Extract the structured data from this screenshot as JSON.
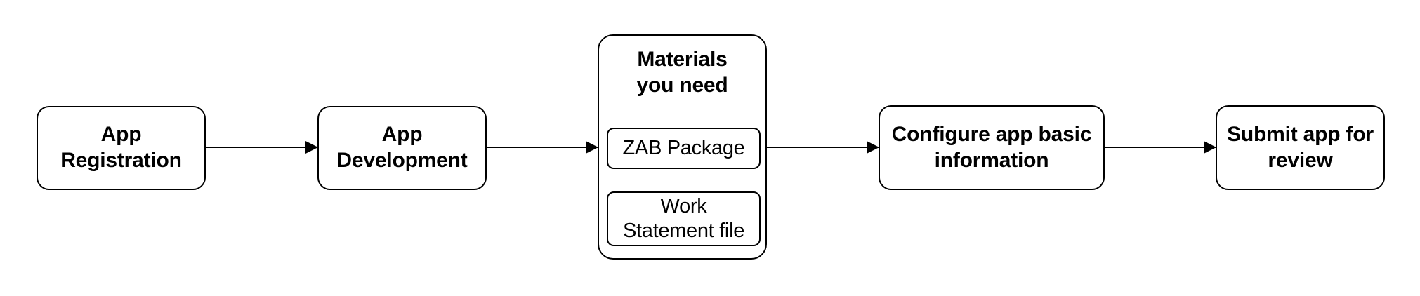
{
  "diagram": {
    "type": "flowchart",
    "orientation": "left-to-right",
    "background_color": "#ffffff",
    "stroke_color": "#000000",
    "nodes": [
      {
        "id": "app-registration",
        "label": "App\nRegistration",
        "bold": true
      },
      {
        "id": "app-development",
        "label": "App\nDevelopment",
        "bold": true
      },
      {
        "id": "materials",
        "label": "Materials\nyou need",
        "bold": true,
        "children": [
          {
            "id": "zab-package",
            "label": "ZAB Package",
            "bold": false
          },
          {
            "id": "work-statement",
            "label": "Work\nStatement file",
            "bold": false
          }
        ]
      },
      {
        "id": "configure-app",
        "label": "Configure app basic\ninformation",
        "bold": true
      },
      {
        "id": "submit-review",
        "label": "Submit app for\nreview",
        "bold": true
      }
    ],
    "connectors": [
      {
        "id": "c1",
        "from": "app-registration",
        "to": "app-development",
        "arrow": "right"
      },
      {
        "id": "c2",
        "from": "app-development",
        "to": "materials",
        "arrow": "right"
      },
      {
        "id": "c3",
        "from": "materials",
        "to": "configure-app",
        "arrow": "right"
      },
      {
        "id": "c4",
        "from": "configure-app",
        "to": "submit-review",
        "arrow": "right"
      }
    ]
  }
}
